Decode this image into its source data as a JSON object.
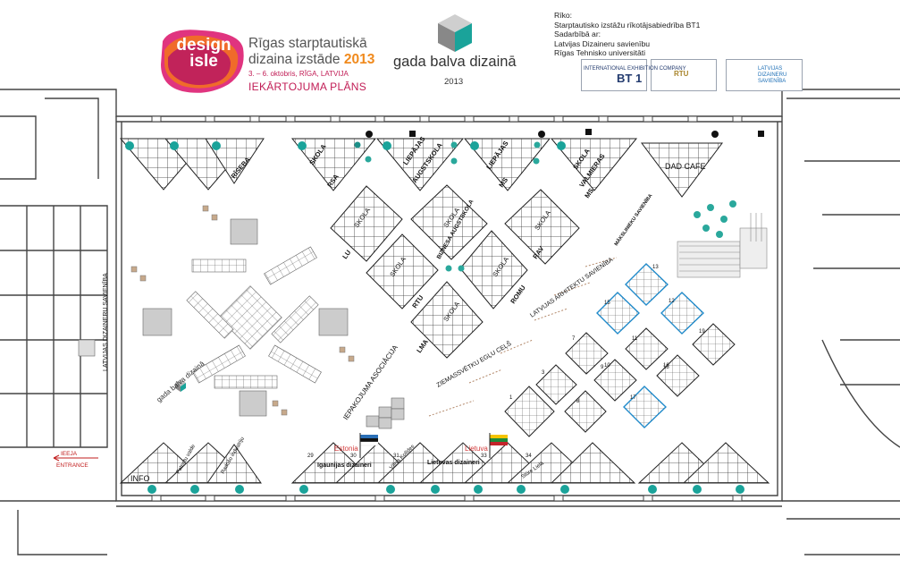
{
  "header": {
    "logo": {
      "line1": "design",
      "line2": "isle"
    },
    "fair_title_line1": "Rīgas starptautiskā",
    "fair_title_line2": "dizaina izstāde",
    "fair_year": "2013",
    "fair_dates": "3. – 6. oktobris, RĪGA, LATVIJA",
    "fair_plan": "IEKĀRTOJUMA PLĀNS",
    "award_name": "gada balva dizainā",
    "award_year": "2013",
    "organizers": {
      "line1": "Rīko:",
      "line2": "Starptautisko izstāžu rīkotājsabiedrība BT1",
      "line3": "Sadarbībā ar:",
      "line4": "Latvijas Dizaineru savienību",
      "line5": "Rīgas Tehnisko universitāti"
    },
    "sponsors": {
      "bt1_small": "INTERNATIONAL EXHIBITION COMPANY",
      "bt1_name": "BT 1",
      "rtu_name": "RTU",
      "lds_line1": "LATVIJAS",
      "lds_line2": "DIZAINERU",
      "lds_line3": "SAVIENĪBA"
    }
  },
  "plan": {
    "top_stands": [
      "RĪSEBA",
      "SKOLA",
      "RSA",
      "LIEPĀJAS",
      "AUGSTSKOLA",
      "LIEPĀJAS",
      "MS",
      "SKOLA",
      "VALMIERAS",
      "MS",
      "DAD CAFE"
    ],
    "center_stands": [
      "LU",
      "SKOLA",
      "RTU",
      "SKOLA",
      "BIZNESA AUGSTSKOLA",
      "SKOLA",
      "ROMU",
      "SKOLA",
      "RAV",
      "SKOLA",
      "LMA",
      "SKOLA",
      "MĀKSLINIEKU SAVIENĪBA"
    ],
    "left_label": "LATVIJAS DIZAINERU SAVIENĪBA",
    "award_area": "gada balva dizainā",
    "packaging": "IEPAKOJUMA ASOCIĀCIJA",
    "path1": "ZIEMASSVĒTKU EGĻU CEĻŠ",
    "architects": "LATVIJAS ARHITEKTU SAVIENĪBA",
    "entrance_lv": "IEEJA",
    "entrance_en": "ENTRANCE",
    "bottom_stands": [
      "INFO",
      "Patentu valde",
      "Radošo industriju",
      "Igaunijas dizaineri",
      "Vīlnis Kolīdes",
      "Lietuvas dizaineri",
      "Stūre Lielā"
    ],
    "country_estonia": "Estonia",
    "country_lithuania": "Lietuva",
    "numbered_stands": [
      "1",
      "3",
      "7",
      "8",
      "9",
      "10",
      "11",
      "12",
      "13",
      "15",
      "16",
      "17",
      "18",
      "19",
      "29",
      "30",
      "31",
      "33",
      "34"
    ]
  }
}
